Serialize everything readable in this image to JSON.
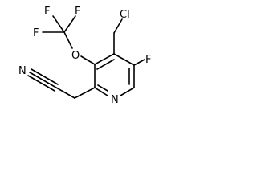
{
  "molecule": {
    "atoms": {
      "f_top_left": "F",
      "f_top_right": "F",
      "f_left": "F",
      "o": "O",
      "cl": "Cl",
      "f_ring": "F",
      "n_nitrile": "N",
      "n_ring": "N"
    }
  }
}
